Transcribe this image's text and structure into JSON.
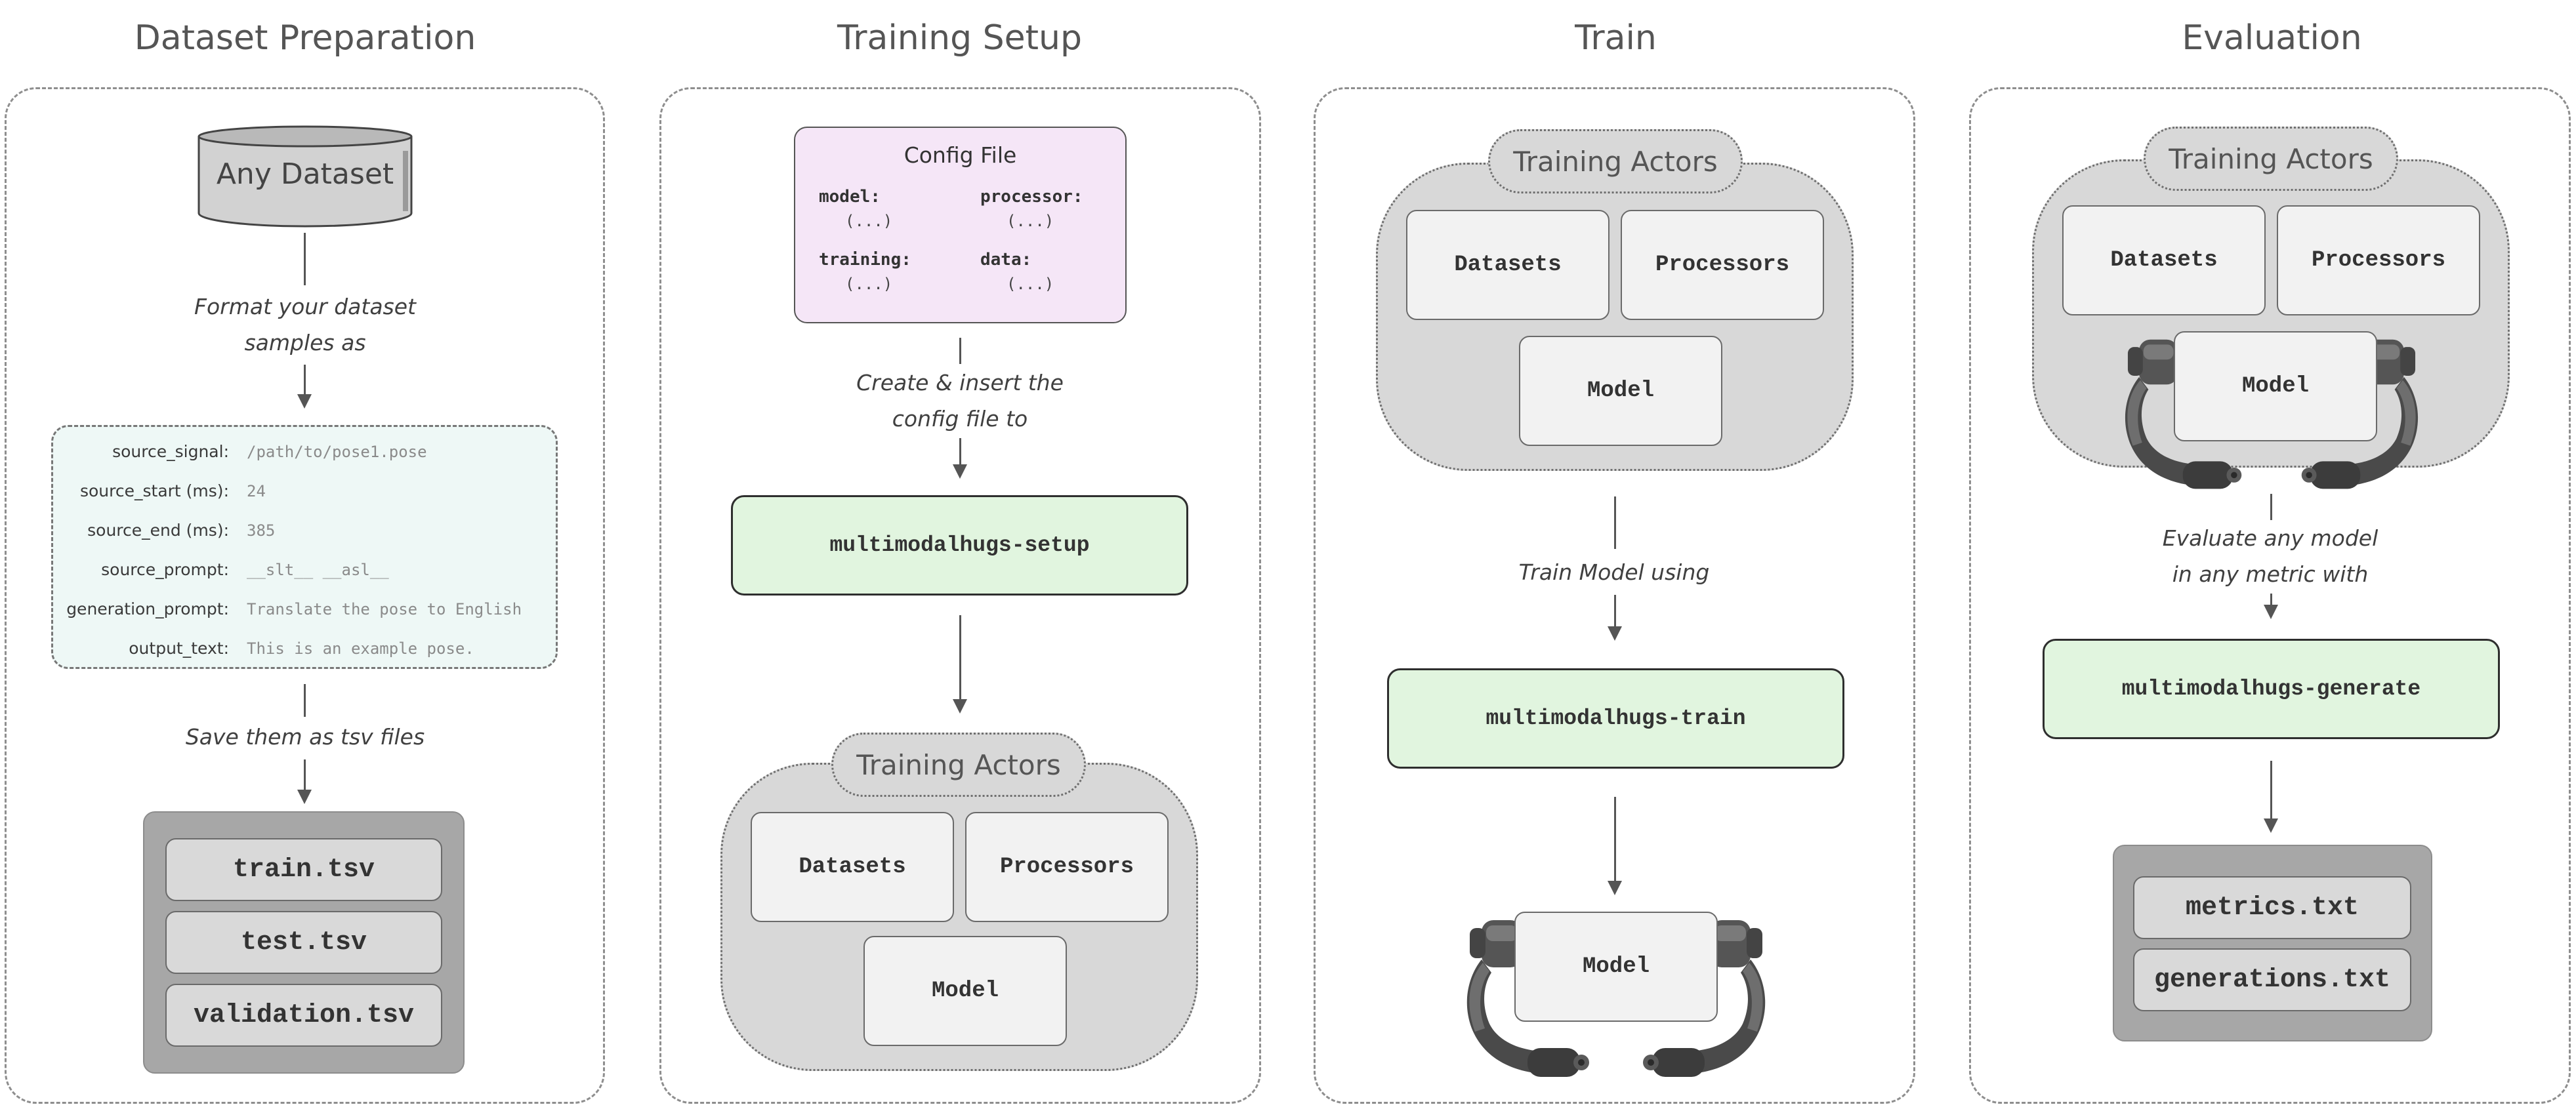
{
  "columns": {
    "prep": {
      "title": "Dataset Preparation",
      "dataset_label": "Any Dataset",
      "note_format_1": "Format your dataset",
      "note_format_2": "samples as",
      "sample_fields": [
        {
          "key": "source_signal:",
          "value": "/path/to/pose1.pose"
        },
        {
          "key": "source_start (ms):",
          "value": "24"
        },
        {
          "key": "source_end (ms):",
          "value": "385"
        },
        {
          "key": "source_prompt:",
          "value": "__slt__ __asl__"
        },
        {
          "key": "generation_prompt:",
          "value": "Translate the pose to English"
        },
        {
          "key": "output_text:",
          "value": "This is an example pose."
        }
      ],
      "note_save": "Save them as tsv files",
      "files": [
        "train.tsv",
        "test.tsv",
        "validation.tsv"
      ]
    },
    "setup": {
      "title": "Training Setup",
      "config_title": "Config File",
      "config_keys": [
        "model:",
        "processor:",
        "training:",
        "data:"
      ],
      "config_placeholder": "(...)",
      "note_1": "Create & insert the",
      "note_2": "config file to",
      "command": "multimodalhugs-setup",
      "actors_title": "Training Actors",
      "actors": [
        "Datasets",
        "Processors",
        "Model"
      ]
    },
    "train": {
      "title": "Train",
      "actors_title": "Training Actors",
      "actors": [
        "Datasets",
        "Processors",
        "Model"
      ],
      "note": "Train Model using",
      "command": "multimodalhugs-train",
      "result_model": "Model"
    },
    "eval": {
      "title": "Evaluation",
      "actors_title": "Training Actors",
      "actors": [
        "Datasets",
        "Processors",
        "Model"
      ],
      "note_1": "Evaluate any model",
      "note_2": "in any metric with",
      "command": "multimodalhugs-generate",
      "files": [
        "metrics.txt",
        "generations.txt"
      ]
    }
  },
  "colors": {
    "command_fill": "#e1f5df",
    "sample_fill": "#eef8f6",
    "config_fill": "#f5e6f7",
    "cloud_fill": "#d8d8d8",
    "card_fill": "#f2f2f2"
  },
  "icons": [
    "database-icon",
    "flexed-arm-icon"
  ]
}
